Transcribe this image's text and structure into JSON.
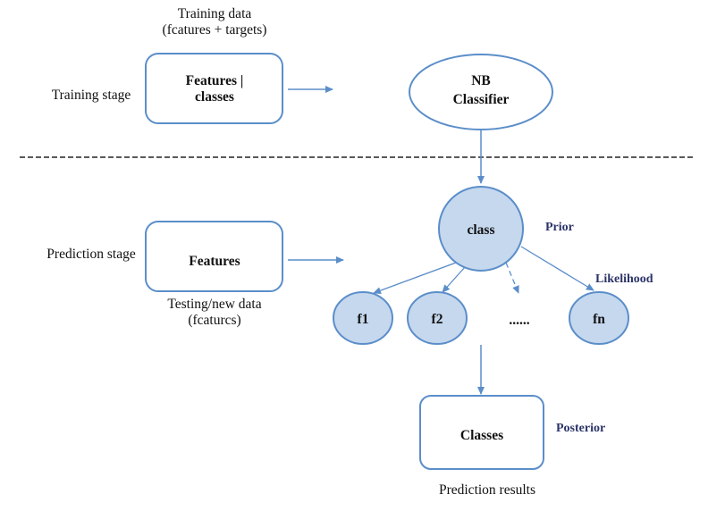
{
  "training": {
    "stage_label": "Training stage",
    "data_caption_line1": "Training data",
    "data_caption_line2": "(fcatures + targets)",
    "box_line1": "Features |",
    "box_line2": "classes",
    "classifier_line1": "NB",
    "classifier_line2": "Classifier"
  },
  "prediction": {
    "stage_label": "Prediction stage",
    "box_label": "Features",
    "data_caption_line1": "Testing/new data",
    "data_caption_line2": "(fcaturcs)",
    "class_node": "class",
    "prior_label": "Prior",
    "likelihood_label": "Likelihood",
    "feature_nodes": [
      "f1",
      "f2",
      "fn"
    ],
    "ellipsis": "......",
    "classes_box": "Classes",
    "posterior_label": "Posterior",
    "results_caption": "Prediction results"
  },
  "colors": {
    "line": "#5b8ec9",
    "node_fill": "#c5d8ee",
    "box_stroke": "#5b8ec9",
    "annotation": "#2c3468"
  }
}
